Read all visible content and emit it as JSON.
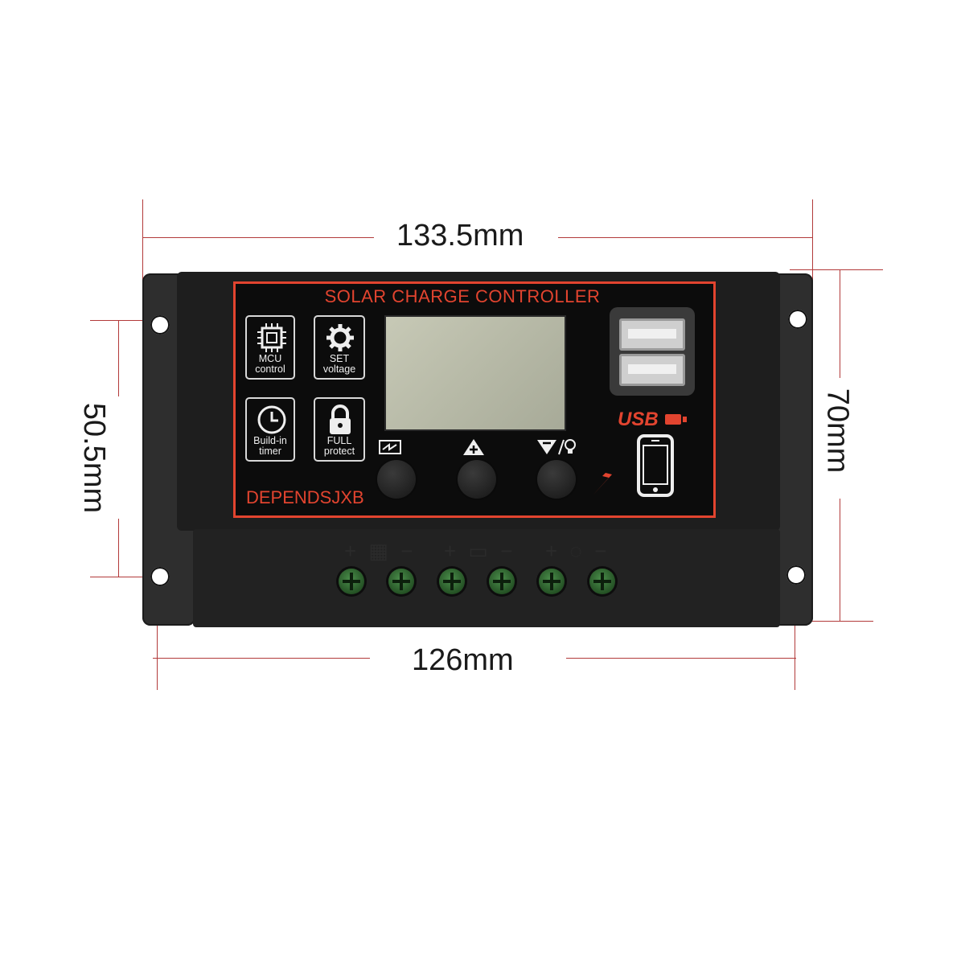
{
  "dimensions": {
    "top_width": "133.5mm",
    "bottom_width": "126mm",
    "left_height": "50.5mm",
    "right_height": "70mm"
  },
  "device": {
    "title": "SOLAR CHARGE CONTROLLER",
    "brand": "DEPENDSJXB",
    "features": [
      {
        "label_line1": "MCU",
        "label_line2": "control",
        "icon": "chip-icon"
      },
      {
        "label_line1": "SET",
        "label_line2": "voltage",
        "icon": "gear-icon"
      },
      {
        "label_line1": "Build-in",
        "label_line2": "timer",
        "icon": "clock-icon"
      },
      {
        "label_line1": "FULL",
        "label_line2": "protect",
        "icon": "lock-icon"
      }
    ],
    "usb_label": "USB",
    "terminal_labels": [
      "+ ▦ −",
      "+ ▭ −",
      "+ ◌ −"
    ],
    "colors": {
      "accent": "#e2442f",
      "body": "#2e2e2e",
      "terminal": "#2f6f2f"
    }
  }
}
